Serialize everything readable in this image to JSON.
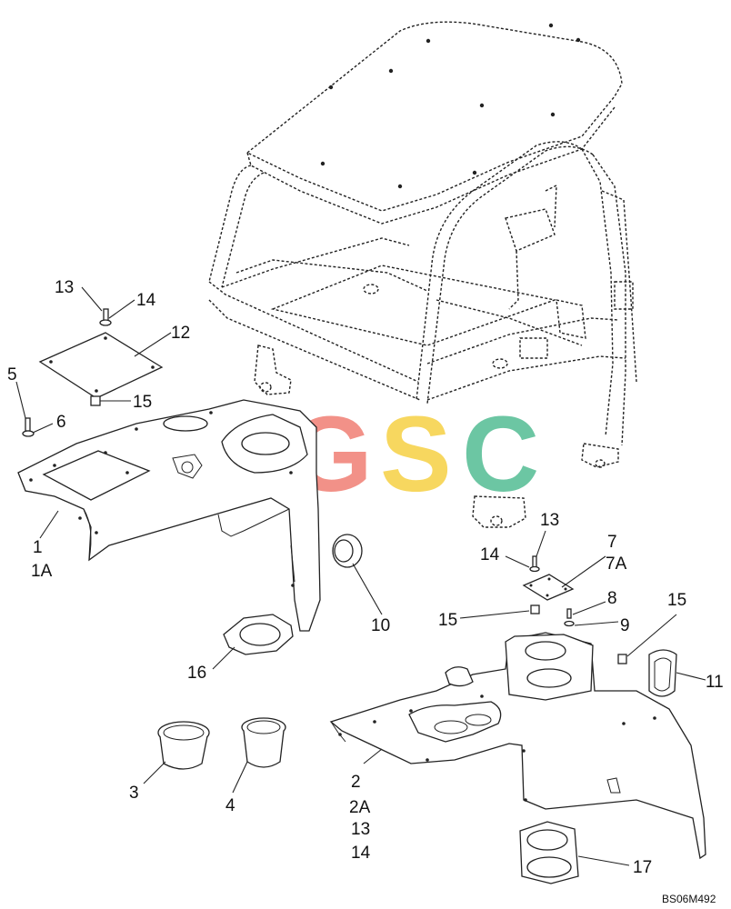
{
  "diagram": {
    "drawing_code": "BS06M492",
    "watermark": {
      "letters": [
        "C",
        "G",
        "S",
        "C"
      ],
      "colors": [
        "#4f8df5",
        "#f07a6e",
        "#f6cf3c",
        "#4dba8f"
      ]
    },
    "callouts": [
      {
        "id": "c13a",
        "text": "13"
      },
      {
        "id": "c14a",
        "text": "14"
      },
      {
        "id": "c12",
        "text": "12"
      },
      {
        "id": "c5",
        "text": "5"
      },
      {
        "id": "c6",
        "text": "6"
      },
      {
        "id": "c15a",
        "text": "15"
      },
      {
        "id": "c1",
        "text": "1"
      },
      {
        "id": "c1A",
        "text": "1A"
      },
      {
        "id": "c10",
        "text": "10"
      },
      {
        "id": "c16",
        "text": "16"
      },
      {
        "id": "c3",
        "text": "3"
      },
      {
        "id": "c4",
        "text": "4"
      },
      {
        "id": "c13b",
        "text": "13"
      },
      {
        "id": "c14b",
        "text": "14"
      },
      {
        "id": "c7",
        "text": "7"
      },
      {
        "id": "c7A",
        "text": "7A"
      },
      {
        "id": "c8",
        "text": "8"
      },
      {
        "id": "c15b",
        "text": "15"
      },
      {
        "id": "c9",
        "text": "9"
      },
      {
        "id": "c15c",
        "text": "15"
      },
      {
        "id": "c11",
        "text": "11"
      },
      {
        "id": "c2",
        "text": "2"
      },
      {
        "id": "c2A",
        "text": "2A"
      },
      {
        "id": "c13c",
        "text": "13"
      },
      {
        "id": "c14c",
        "text": "14"
      },
      {
        "id": "c17",
        "text": "17"
      }
    ]
  }
}
